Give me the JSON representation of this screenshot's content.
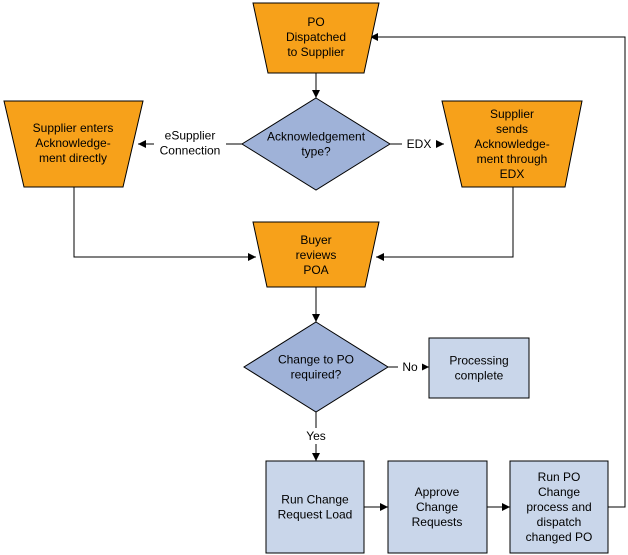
{
  "nodes": {
    "po_dispatched": {
      "lines": [
        "PO",
        "Dispatched",
        "to Supplier"
      ]
    },
    "ack_type": {
      "lines": [
        "Acknowledgement",
        "type?"
      ]
    },
    "supplier_direct": {
      "lines": [
        "Supplier enters",
        "Acknowledge-",
        "ment directly"
      ]
    },
    "supplier_edx": {
      "lines": [
        "Supplier",
        "sends",
        "Acknowledge-",
        "ment through",
        "EDX"
      ]
    },
    "buyer_reviews": {
      "lines": [
        "Buyer",
        "reviews",
        "POA"
      ]
    },
    "change_required": {
      "lines": [
        "Change to PO",
        "required?"
      ]
    },
    "processing_complete": {
      "lines": [
        "Processing",
        "complete"
      ]
    },
    "run_change_request": {
      "lines": [
        "Run Change",
        "Request Load"
      ]
    },
    "approve_change": {
      "lines": [
        "Approve",
        "Change",
        "Requests"
      ]
    },
    "run_po_change": {
      "lines": [
        "Run PO",
        "Change",
        "process and",
        "dispatch",
        "changed PO"
      ]
    }
  },
  "edge_labels": {
    "esupplier": {
      "lines": [
        "eSupplier",
        "Connection"
      ]
    },
    "edx": {
      "lines": [
        "EDX"
      ]
    },
    "no": {
      "lines": [
        "No"
      ]
    },
    "yes": {
      "lines": [
        "Yes"
      ]
    }
  },
  "colors": {
    "manual_step": "#f7a11a",
    "decision": "#9fb2d8",
    "process": "#c9d6ea",
    "line": "#000000"
  }
}
